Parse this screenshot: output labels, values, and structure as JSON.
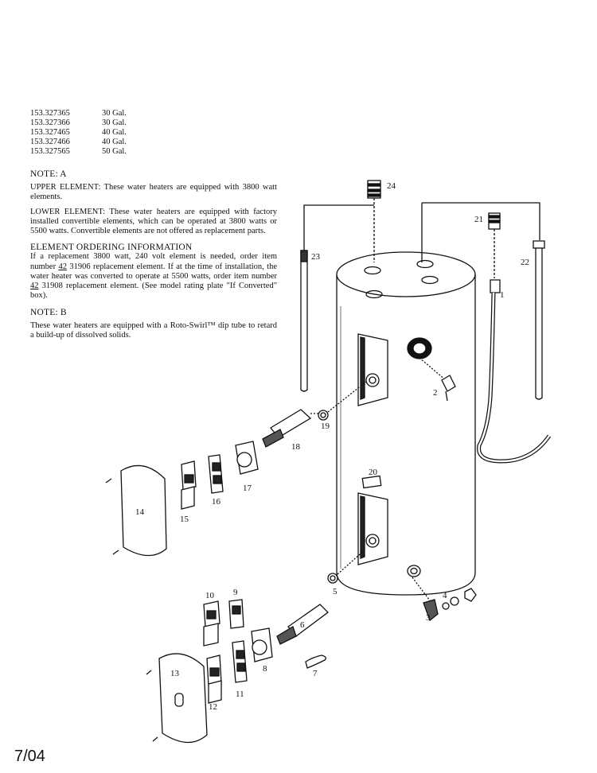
{
  "models": [
    {
      "number": "153.327365",
      "capacity": "30 Gal."
    },
    {
      "number": "153.327366",
      "capacity": "30 Gal."
    },
    {
      "number": "153.327465",
      "capacity": "40 Gal."
    },
    {
      "number": "153.327466",
      "capacity": "40 Gal."
    },
    {
      "number": "153.327565",
      "capacity": "50 Gal."
    }
  ],
  "note_a": {
    "title": "NOTE: A",
    "upper_heading": "UPPER ELEMENT:",
    "upper_text": " These water heaters are equipped with 3800 watt elements.",
    "lower_heading": "LOWER ELEMENT:",
    "lower_text": " These water heaters are equipped with factory installed convertible elements, which can be operated at 3800 watts or 5500 watts. Convertible elements are not offered as replacement parts."
  },
  "ordering": {
    "title": "ELEMENT ORDERING INFORMATION",
    "t1": "If a replacement 3800 watt, 240 volt element is needed, order item number ",
    "n1": "42",
    "t2": " 31906 replacement element. If at the time of installation, the water heater was converted to operate at 5500 watts, order item number ",
    "n2": "42",
    "t3": " 31908 replacement element. (See model rating plate \"If Converted\" box)."
  },
  "note_b": {
    "title": "NOTE: B",
    "text": "These water heaters are equipped with a Roto-Swirl™ dip tube to retard a build-up of dissolved solids."
  },
  "footer": "7/04",
  "part_labels": {
    "p1": "1",
    "p2": "2",
    "p3": "3",
    "p4": "4",
    "p5": "5",
    "p6": "6",
    "p7": "7",
    "p8": "8",
    "p9": "9",
    "p10": "10",
    "p11": "11",
    "p12": "12",
    "p13": "13",
    "p14": "14",
    "p15": "15",
    "p16": "16",
    "p17": "17",
    "p18": "18",
    "p19": "19",
    "p20": "20",
    "p21": "21",
    "p22": "22",
    "p23": "23",
    "p24": "24"
  }
}
